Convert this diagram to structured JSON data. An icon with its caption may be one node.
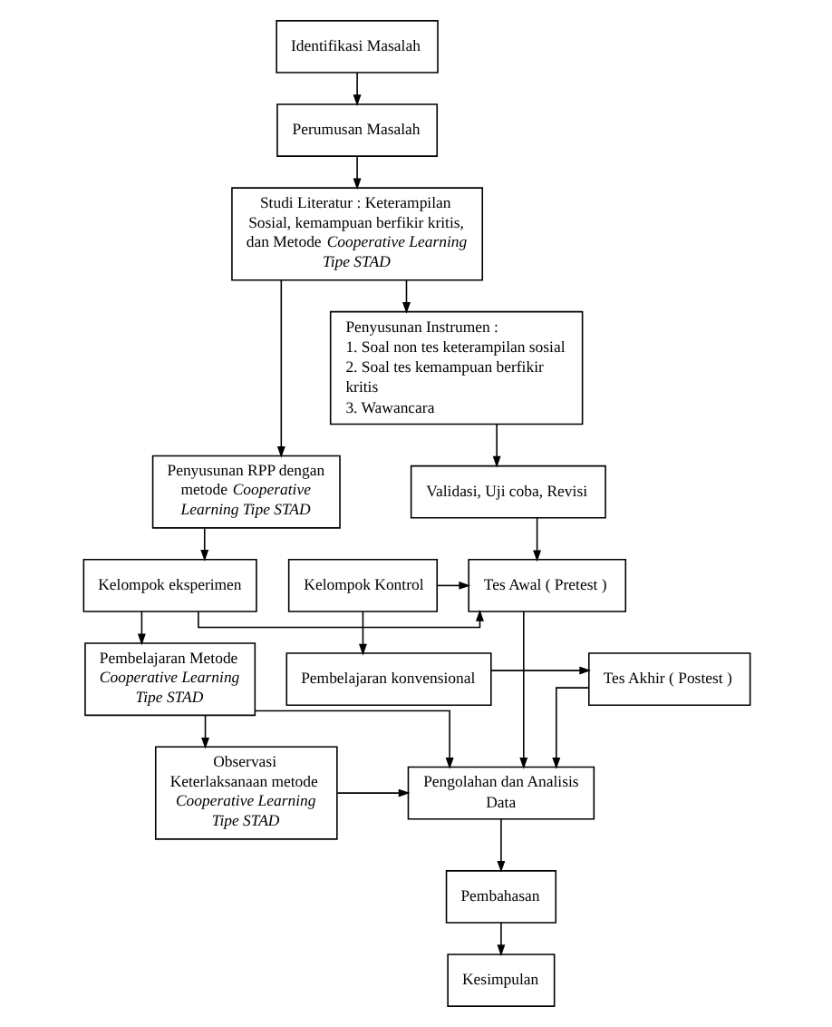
{
  "diagram": {
    "nodes": [
      {
        "text": [
          "Identifikasi Masalah"
        ]
      },
      {
        "text": [
          "Perumusan Masalah"
        ]
      },
      {
        "text": [
          "Studi Literatur : Keterampilan Sosial, kemampuan berfikir kritis, dan Metode *Cooperative Learning Tipe STAD*"
        ]
      },
      {
        "text": [
          "Penyusunan Instrumen :",
          "1. Soal non tes keterampilan sosial",
          "2. Soal tes kemampuan berfikir kritis",
          "3. Wawancara"
        ]
      },
      {
        "text": [
          "Penyusunan RPP dengan metode *Cooperative Learning Tipe STAD*"
        ]
      },
      {
        "text": [
          "Validasi, Uji coba, Revisi"
        ]
      },
      {
        "text": [
          "Kelompok Kontrol"
        ]
      },
      {
        "text": [
          "Tes Awal ( Pretest )"
        ]
      },
      {
        "text": [
          "Kelompok eksperimen"
        ]
      },
      {
        "text": [
          "Pembelajaran konvensional"
        ]
      },
      {
        "text": [
          "Tes Akhir ( Postest )"
        ]
      },
      {
        "text": [
          "Pembelajaran Metode *Cooperative Learning Tipe STAD*"
        ]
      },
      {
        "text": [
          "Observasi Keterlaksanaan metode *Cooperative Learning Tipe STAD*"
        ]
      },
      {
        "text": [
          "Pengolahan dan Analisis Data"
        ]
      },
      {
        "text": [
          "Pembahasan"
        ]
      },
      {
        "text": [
          "Kesimpulan"
        ]
      }
    ],
    "edges": [
      {
        "from": 0,
        "to": 1,
        "arrow": "to"
      },
      {
        "from": 1,
        "to": 2,
        "arrow": "to"
      },
      {
        "from": 2,
        "to": 3,
        "arrow": "to"
      },
      {
        "from": 2,
        "to": 4,
        "arrow": "to"
      },
      {
        "from": 3,
        "to": 5,
        "arrow": "to"
      },
      {
        "from": 5,
        "to": 7,
        "arrow": "to"
      },
      {
        "from": 4,
        "to": 8,
        "arrow": "to"
      },
      {
        "from": 6,
        "to": 7,
        "arrow": "to"
      },
      {
        "from": 8,
        "to": 7,
        "arrow": "to"
      },
      {
        "from": 6,
        "to": 9,
        "arrow": "to"
      },
      {
        "from": 8,
        "to": 11,
        "arrow": "to"
      },
      {
        "from": 9,
        "to": 10,
        "arrow": "to"
      },
      {
        "from": 7,
        "to": 13,
        "arrow": "to"
      },
      {
        "from": 10,
        "to": 13,
        "arrow": "to"
      },
      {
        "from": 11,
        "to": 13,
        "arrow": "to"
      },
      {
        "from": 11,
        "to": 12,
        "arrow": "to"
      },
      {
        "from": 12,
        "to": 13,
        "arrow": "to"
      },
      {
        "from": 13,
        "to": 14,
        "arrow": "to"
      },
      {
        "from": 14,
        "to": 15,
        "arrow": "to"
      }
    ]
  }
}
